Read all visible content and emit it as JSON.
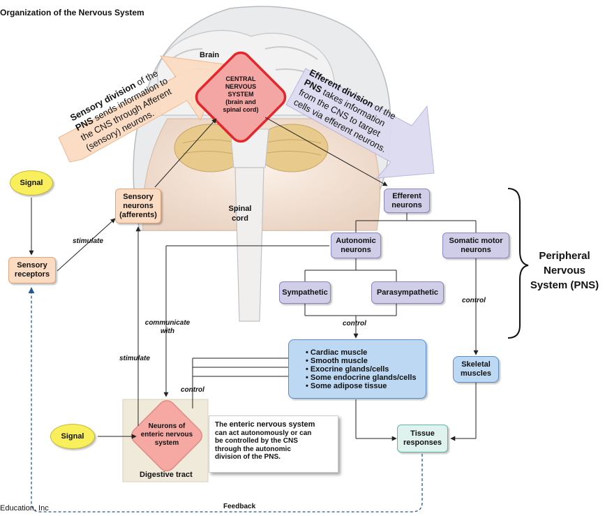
{
  "title": "Organization of the Nervous System",
  "copyright": "Education, Inc",
  "labels": {
    "brain": "Brain",
    "spinal_cord_line1": "Spinal",
    "spinal_cord_line2": "cord",
    "digestive_tract": "Digestive tract",
    "feedback": "Feedback"
  },
  "cns": {
    "line1": "CENTRAL",
    "line2": "NERVOUS",
    "line3": "SYSTEM",
    "line4": "(brain and",
    "line5": "spinal cord)"
  },
  "sensory_arrow": {
    "bold": "Sensory division",
    "line1_rest": " of the",
    "bold2": "PNS",
    "line2_rest": " sends information to",
    "line3": "the CNS through Afferent",
    "line4": "(sensory) neurons."
  },
  "efferent_arrow": {
    "bold": "Efferent division",
    "line1_rest": " of the",
    "bold2": "PNS",
    "line2_rest": " takes information",
    "line3": "from the CNS to target",
    "line4": "cells via efferent neurons."
  },
  "nodes": {
    "signal_top": "Signal",
    "signal_bottom": "Signal",
    "sensory_receptors_1": "Sensory",
    "sensory_receptors_2": "receptors",
    "sensory_neurons_1": "Sensory",
    "sensory_neurons_2": "neurons",
    "sensory_neurons_3": "(afferents)",
    "efferent_neurons_1": "Efferent",
    "efferent_neurons_2": "neurons",
    "autonomic_1": "Autonomic",
    "autonomic_2": "neurons",
    "somatic_1": "Somatic motor",
    "somatic_2": "neurons",
    "sympathetic": "Sympathetic",
    "parasympathetic": "Parasympathetic",
    "skeletal_1": "Skeletal",
    "skeletal_2": "muscles",
    "tissue_1": "Tissue",
    "tissue_2": "responses",
    "enteric_1": "Neurons of",
    "enteric_2": "enteric nervous",
    "enteric_3": "system"
  },
  "targets": [
    "Cardiac muscle",
    "Smooth muscle",
    "Exocrine glands/cells",
    "Some endocrine glands/cells",
    "Some adipose tissue"
  ],
  "edge_labels": {
    "stimulate_top": "stimulate",
    "stimulate_left": "stimulate",
    "communicate_1": "communicate",
    "communicate_2": "with",
    "control_center": "control",
    "control_right": "control",
    "control_enteric": "control"
  },
  "enteric_note": {
    "pre": "The ",
    "bold": "enteric nervous system",
    "line2": "can act autonomously or can",
    "line3": "be controlled by the CNS",
    "line4": "through the autonomic",
    "line5": "division of the PNS."
  },
  "pns_label": {
    "line1": "Peripheral",
    "line2": "Nervous",
    "line3": "System (PNS)"
  }
}
